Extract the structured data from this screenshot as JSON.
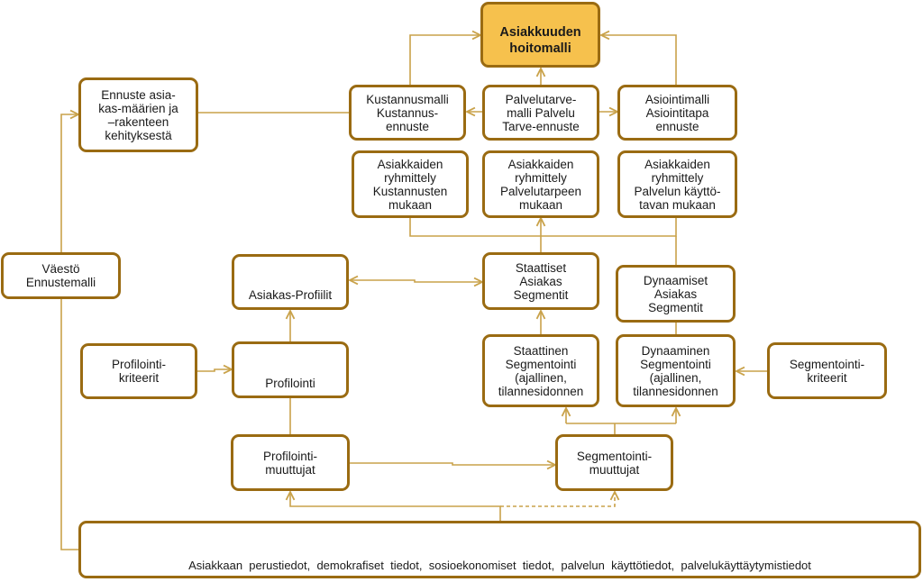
{
  "colors": {
    "stroke": "#9a6b12",
    "line": "#c9a24a",
    "highlight": "#f6c14d"
  },
  "nodes": {
    "asiakkuuden_hoitomalli": [
      "Asiakkuuden",
      "hoitomalli"
    ],
    "ennuste": [
      "Ennuste asia-",
      "kas-määrien ja",
      "–rakenteen",
      "kehityksestä"
    ],
    "kustannusmalli": [
      "Kustannusmalli",
      "Kustannus-",
      "ennuste"
    ],
    "palvelutarvemalli": [
      "Palvelutarve-",
      "malli Palvelu",
      "Tarve-ennuste"
    ],
    "asiointimalli": [
      "Asiointimalli",
      "Asiointitapa",
      "ennuste"
    ],
    "ryhm_kustannus": [
      "Asiakkaiden",
      "ryhmittely",
      "Kustannusten",
      "mukaan"
    ],
    "ryhm_palvelutarve": [
      "Asiakkaiden",
      "ryhmittely",
      "Palvelutarpeen",
      "mukaan"
    ],
    "ryhm_kaytto": [
      "Asiakkaiden",
      "ryhmittely",
      "Palvelun käyttö-",
      "tavan mukaan"
    ],
    "vaesto": [
      "Väestö",
      "Ennustemalli"
    ],
    "asiakas_profiilit": [
      "Asiakas-Profiilit"
    ],
    "staattiset_segmentit": [
      "Staattiset",
      "Asiakas",
      "Segmentit"
    ],
    "dynaamiset_segmentit": [
      "Dynaamiset",
      "Asiakas",
      "Segmentit"
    ],
    "profilointi_kriteerit": [
      "Profilointi-",
      "kriteerit"
    ],
    "profilointi": [
      "Profilointi"
    ],
    "staattinen_segmentointi": [
      "Staattinen",
      "Segmentointi",
      "(ajallinen,",
      "tilannesidonnen"
    ],
    "dynaaminen_segmentointi": [
      "Dynaaminen",
      "Segmentointi",
      "(ajallinen,",
      "tilannesidonnen"
    ],
    "segmentointi_kriteerit": [
      "Segmentointi-",
      "kriteerit"
    ],
    "profilointi_muuttujat": [
      "Profilointi-",
      "muuttujat"
    ],
    "segmentointi_muuttujat": [
      "Segmentointi-",
      "muuttujat"
    ],
    "perustiedot": [
      "Asiakkaan  perustiedot,  demokrafiset  tiedot,  sosioekonomiset  tiedot,  palvelun  käyttötiedot,  palvelukäyttäytymistiedot"
    ]
  }
}
